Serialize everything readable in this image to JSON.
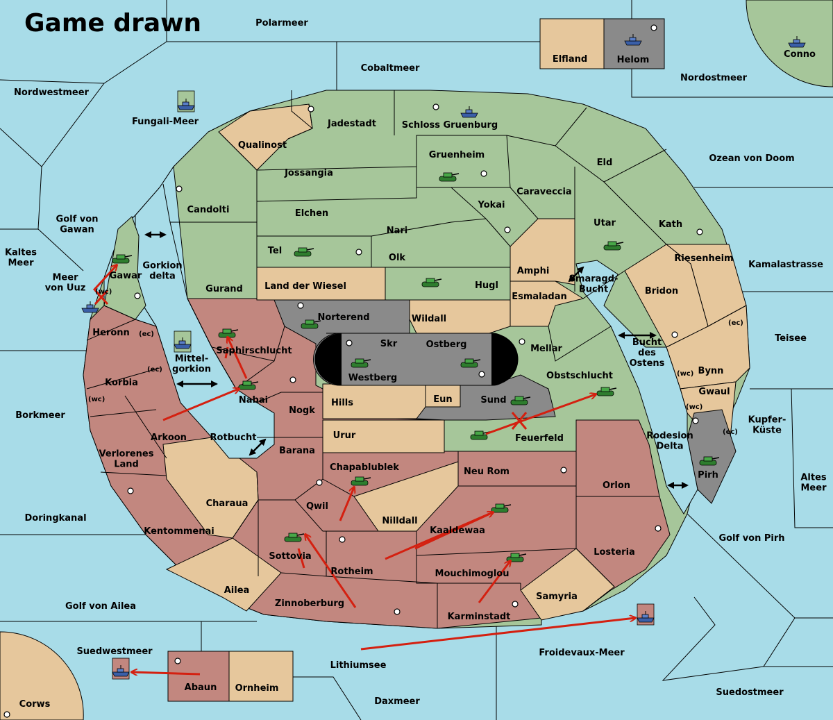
{
  "title": "Game drawn",
  "colors": {
    "sea": "#a8dce8",
    "green_power": "#a6c69a",
    "red_power": "#c2877f",
    "neutral": "#e6c79c",
    "grey_power": "#8a8a8a",
    "order_arrow": "#d42010"
  },
  "seas": {
    "polarmeer": "Polarmeer",
    "cobaltmeer": "Cobaltmeer",
    "nordwestmeer": "Nordwestmeer",
    "fungali": "Fungali-Meer",
    "nordostmeer": "Nordostmeer",
    "ozean": "Ozean von Doom",
    "conno": "Conno",
    "golf_gawan": "Golf von\nGawan",
    "kaltes": "Kaltes\nMeer",
    "uuz": "Meer\nvon Uuz",
    "gorkion_delta": "Gorkion\ndelta",
    "mittel": "Mittel-\ngorkion",
    "borkmeer": "Borkmeer",
    "rotbucht": "Rotbucht",
    "smaragd": "Smaragd-\nBucht",
    "bucht_ostens": "Bucht\ndes\nOstens",
    "kamala": "Kamalastrasse",
    "teisee": "Teisee",
    "kupfer": "Kupfer-\nKüste",
    "rodesion": "Rodesion\nDelta",
    "altes": "Altes\nMeer",
    "doringkanal": "Doringkanal",
    "golf_pirh": "Golf von Pirh",
    "golf_ailea": "Golf von Ailea",
    "suedwest": "Suedwestmeer",
    "lithium": "Lithiumsee",
    "froide": "Froidevaux-Meer",
    "suedost": "Suedostmeer",
    "daxmeer": "Daxmeer",
    "corws": "Corws"
  },
  "regions": {
    "elfland": "Elfland",
    "helom": "Helom",
    "jadestadt": "Jadestadt",
    "schloss": "Schloss Gruenburg",
    "qualinost": "Qualinost",
    "gruenheim": "Gruenheim",
    "eld": "Eld",
    "jossangia": "Jossangia",
    "caraveccia": "Caraveccia",
    "candolti": "Candolti",
    "elchen": "Elchen",
    "yokai": "Yokai",
    "utar": "Utar",
    "kath": "Kath",
    "nari": "Nari",
    "tel": "Tel",
    "olk": "Olk",
    "amphi": "Amphi",
    "riesenheim": "Riesenheim",
    "gurand": "Gurand",
    "land_wiesel": "Land der Wiesel",
    "hugl": "Hugl",
    "esmaladan": "Esmaladan",
    "bridon": "Bridon",
    "gawar": "Gawar",
    "norterend": "Norterend",
    "wildall": "Wildall",
    "heronn": "Heronn",
    "saphir": "Saphirschlucht",
    "skr": "Skr",
    "ostberg": "Ostberg",
    "mellar": "Mellar",
    "westberg": "Westberg",
    "bynn": "Bynn",
    "korbia": "Korbia",
    "obst": "Obstschlucht",
    "gwaul": "Gwaul",
    "nabai": "Nabai",
    "eun": "Eun",
    "sund": "Sund",
    "hills": "Hills",
    "nogk": "Nogk",
    "arkoon": "Arkoon",
    "urur": "Urur",
    "feuerfeld": "Feuerfeld",
    "barana": "Barana",
    "verloren": "Verlorenes\nLand",
    "pirh": "Pirh",
    "chapa": "Chapablublek",
    "neurom": "Neu Rom",
    "orlon": "Orlon",
    "charaua": "Charaua",
    "qwil": "Qwil",
    "nilldall": "Nilldall",
    "kentom": "Kentommenai",
    "kaaldewaa": "Kaaldewaa",
    "losteria": "Losteria",
    "sottovia": "Sottovia",
    "rotheim": "Rotheim",
    "mouchi": "Mouchimoglou",
    "ailea": "Ailea",
    "samyria": "Samyria",
    "zinnober": "Zinnoberburg",
    "karmin": "Karminstadt",
    "abaun": "Abaun",
    "ornheim": "Ornheim"
  },
  "coast_labels": {
    "wc": "(wc)",
    "ec": "(ec)"
  }
}
